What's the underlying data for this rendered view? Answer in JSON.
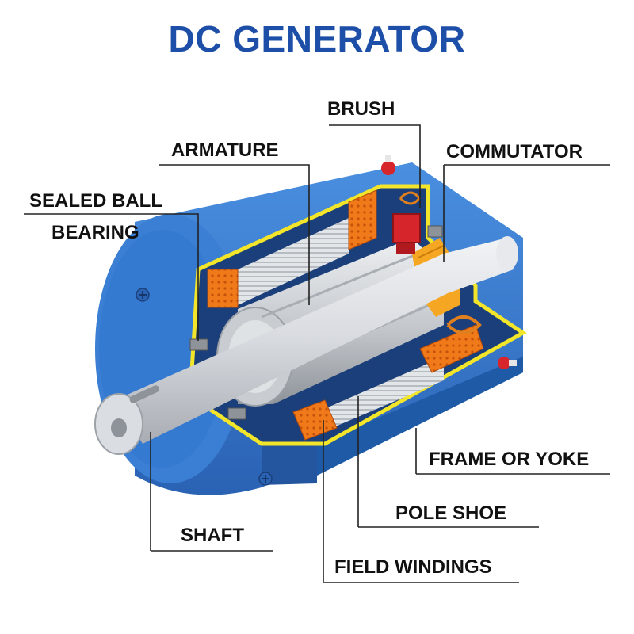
{
  "title": "DC GENERATOR",
  "labels": {
    "brush": "BRUSH",
    "armature": "ARMATURE",
    "commutator": "COMMUTATOR",
    "sealed_ball": "SEALED BALL",
    "bearing": "BEARING",
    "frame_or_yoke": "FRAME OR YOKE",
    "pole_shoe": "POLE SHOE",
    "shaft": "SHAFT",
    "field_windings": "FIELD WINDINGS"
  },
  "colors": {
    "title": "#1d4fa8",
    "frame_blue": "#3b7fd0",
    "frame_dark": "#1f5aa6",
    "frame_face": "#2e6cc0",
    "cut_yellow": "#f2e52a",
    "winding_orange": "#f07a1a",
    "commutator_orange": "#f5a623",
    "steel_gray": "#cfd3d8",
    "brush_red": "#d6262b",
    "leader_line": "#222222"
  }
}
